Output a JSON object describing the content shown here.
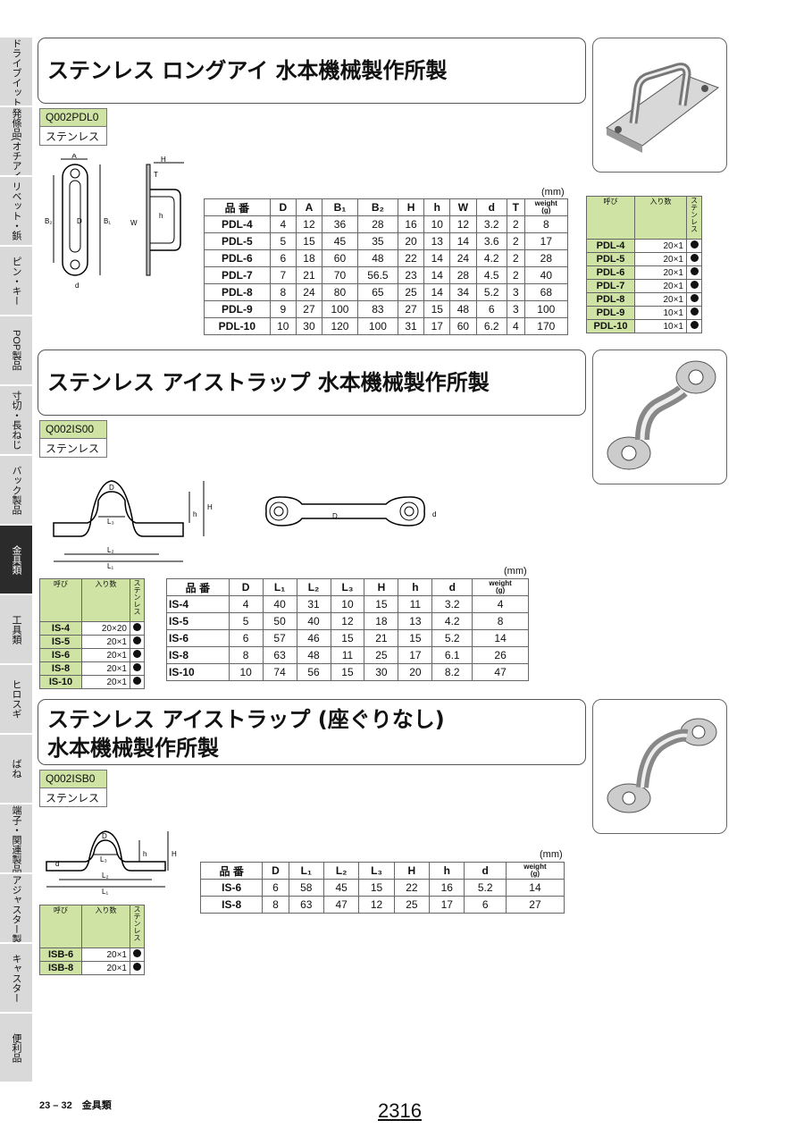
{
  "side_tabs": [
    {
      "label": "ドライブイット関連製品",
      "active": false
    },
    {
      "label": "発條品(オチアイ品大橋品)",
      "active": false
    },
    {
      "label": "リベット・鋲",
      "active": false
    },
    {
      "label": "ピン・キー",
      "active": false
    },
    {
      "label": "POP製品",
      "active": false
    },
    {
      "label": "寸切・長ねじ",
      "active": false
    },
    {
      "label": "バック製品",
      "active": false
    },
    {
      "label": "金具類",
      "active": true
    },
    {
      "label": "工具類",
      "active": false
    },
    {
      "label": "ヒロスギ",
      "active": false
    },
    {
      "label": "ばね",
      "active": false
    },
    {
      "label": "端子・関連製品",
      "active": false
    },
    {
      "label": "アジャスター製品",
      "active": false
    },
    {
      "label": "キャスター",
      "active": false
    },
    {
      "label": "便利品",
      "active": false
    }
  ],
  "sections": [
    {
      "title_lines": [
        "ステンレス ロングアイ 水本機械製作所製"
      ],
      "code": "Q002PDL0",
      "material": "ステンレス",
      "unit": "(mm)",
      "headers": [
        "品 番",
        "D",
        "A",
        "B₁",
        "B₂",
        "H",
        "h",
        "W",
        "d",
        "T"
      ],
      "weight_header": [
        "weight",
        "(g)"
      ],
      "rows": [
        [
          "PDL-4",
          "4",
          "12",
          "36",
          "28",
          "16",
          "10",
          "12",
          "3.2",
          "2",
          "8"
        ],
        [
          "PDL-5",
          "5",
          "15",
          "45",
          "35",
          "20",
          "13",
          "14",
          "3.6",
          "2",
          "17"
        ],
        [
          "PDL-6",
          "6",
          "18",
          "60",
          "48",
          "22",
          "14",
          "24",
          "4.2",
          "2",
          "28"
        ],
        [
          "PDL-7",
          "7",
          "21",
          "70",
          "56.5",
          "23",
          "14",
          "28",
          "4.5",
          "2",
          "40"
        ],
        [
          "PDL-8",
          "8",
          "24",
          "80",
          "65",
          "25",
          "14",
          "34",
          "5.2",
          "3",
          "68"
        ],
        [
          "PDL-9",
          "9",
          "27",
          "100",
          "83",
          "27",
          "15",
          "48",
          "6",
          "3",
          "100"
        ],
        [
          "PDL-10",
          "10",
          "30",
          "120",
          "100",
          "31",
          "17",
          "60",
          "6.2",
          "4",
          "170"
        ]
      ],
      "pack_headers": [
        "呼び",
        "入り数",
        "ステンレス"
      ],
      "pack_rows": [
        [
          "PDL-4",
          "20×1"
        ],
        [
          "PDL-5",
          "20×1"
        ],
        [
          "PDL-6",
          "20×1"
        ],
        [
          "PDL-7",
          "20×1"
        ],
        [
          "PDL-8",
          "20×1"
        ],
        [
          "PDL-9",
          "10×1"
        ],
        [
          "PDL-10",
          "10×1"
        ]
      ],
      "diagram_labels": [
        "A",
        "B₂",
        "D",
        "B₁",
        "d",
        "H",
        "T",
        "W",
        "h"
      ]
    },
    {
      "title_lines": [
        "ステンレス アイストラップ 水本機械製作所製"
      ],
      "code": "Q002IS00",
      "material": "ステンレス",
      "unit": "(mm)",
      "headers": [
        "品 番",
        "D",
        "L₁",
        "L₂",
        "L₃",
        "H",
        "h",
        "d"
      ],
      "weight_header": [
        "weight",
        "(g)"
      ],
      "rows": [
        [
          "IS-4",
          "4",
          "40",
          "31",
          "10",
          "15",
          "11",
          "3.2",
          "4"
        ],
        [
          "IS-5",
          "5",
          "50",
          "40",
          "12",
          "18",
          "13",
          "4.2",
          "8"
        ],
        [
          "IS-6",
          "6",
          "57",
          "46",
          "15",
          "21",
          "15",
          "5.2",
          "14"
        ],
        [
          "IS-8",
          "8",
          "63",
          "48",
          "11",
          "25",
          "17",
          "6.1",
          "26"
        ],
        [
          "IS-10",
          "10",
          "74",
          "56",
          "15",
          "30",
          "20",
          "8.2",
          "47"
        ]
      ],
      "pack_headers": [
        "呼び",
        "入り数",
        "ステンレス"
      ],
      "pack_rows": [
        [
          "IS-4",
          "20×20"
        ],
        [
          "IS-5",
          "20×1"
        ],
        [
          "IS-6",
          "20×1"
        ],
        [
          "IS-8",
          "20×1"
        ],
        [
          "IS-10",
          "20×1"
        ]
      ],
      "diagram_labels": [
        "D",
        "L₃",
        "h",
        "H",
        "L₂",
        "L₁",
        "D",
        "d"
      ]
    },
    {
      "title_lines": [
        "ステンレス アイストラップ (座ぐりなし)",
        "水本機械製作所製"
      ],
      "code": "Q002ISB0",
      "material": "ステンレス",
      "unit": "(mm)",
      "headers": [
        "品 番",
        "D",
        "L₁",
        "L₂",
        "L₃",
        "H",
        "h",
        "d"
      ],
      "weight_header": [
        "weight",
        "(g)"
      ],
      "rows": [
        [
          "IS-6",
          "6",
          "58",
          "45",
          "15",
          "22",
          "16",
          "5.2",
          "14"
        ],
        [
          "IS-8",
          "8",
          "63",
          "47",
          "12",
          "25",
          "17",
          "6",
          "27"
        ]
      ],
      "pack_headers": [
        "呼び",
        "入り数",
        "ステンレス"
      ],
      "pack_rows": [
        [
          "ISB-6",
          "20×1"
        ],
        [
          "ISB-8",
          "20×1"
        ]
      ],
      "diagram_labels": [
        "D",
        "d",
        "L₃",
        "h",
        "H",
        "L₂",
        "L₁"
      ]
    }
  ],
  "footer": {
    "left": "23 – 32　金具類",
    "page": "2316"
  }
}
